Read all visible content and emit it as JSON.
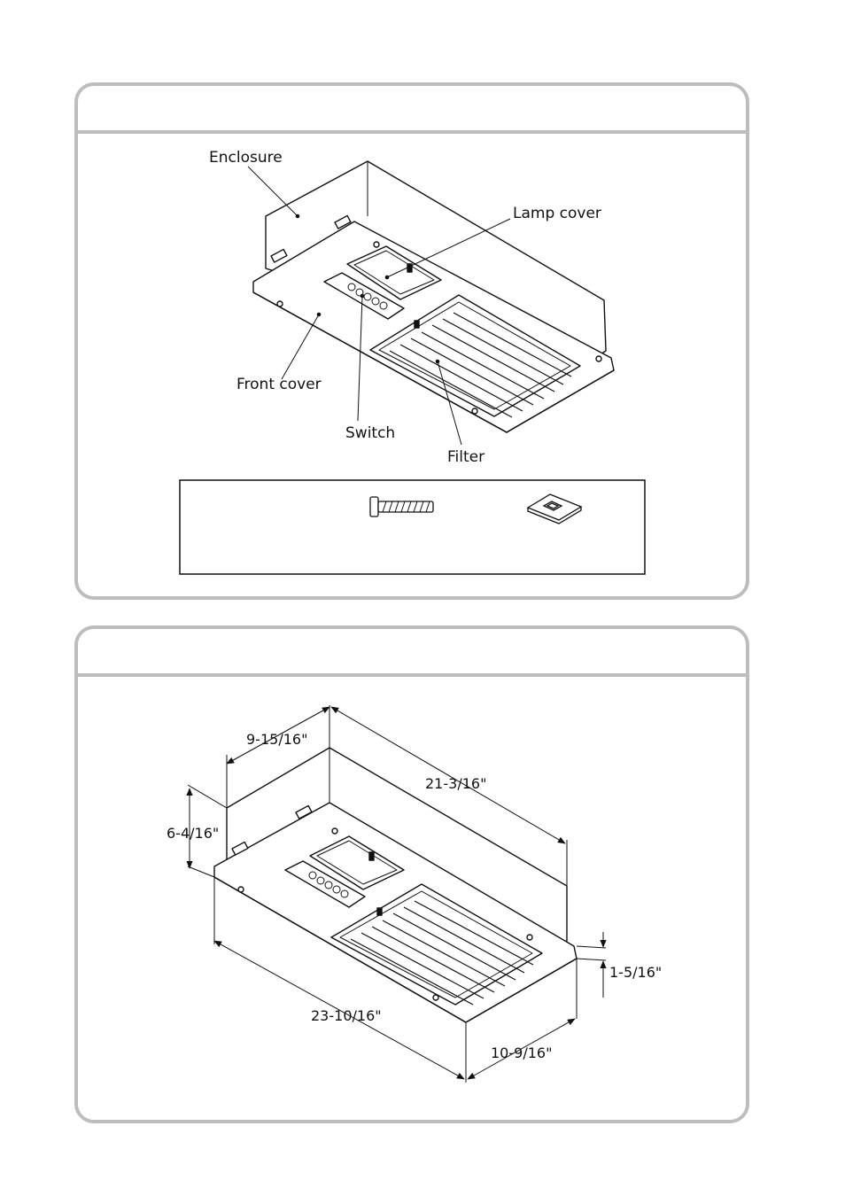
{
  "parts_diagram": {
    "labels": {
      "enclosure": "Enclosure",
      "lamp_cover": "Lamp cover",
      "front_cover": "Front cover",
      "switch": "Switch",
      "filter": "Filter"
    },
    "accessories": [
      "screw",
      "washer"
    ]
  },
  "dimensions_diagram": {
    "depth": "9-15/16\"",
    "length_top": "21-3/16\"",
    "height": "6-4/16\"",
    "front_height": "1-5/16\"",
    "length_bottom": "23-10/16\"",
    "width_bottom": "10-9/16\""
  },
  "colors": {
    "panel_border": "#bdbdbd",
    "line": "#111111"
  }
}
